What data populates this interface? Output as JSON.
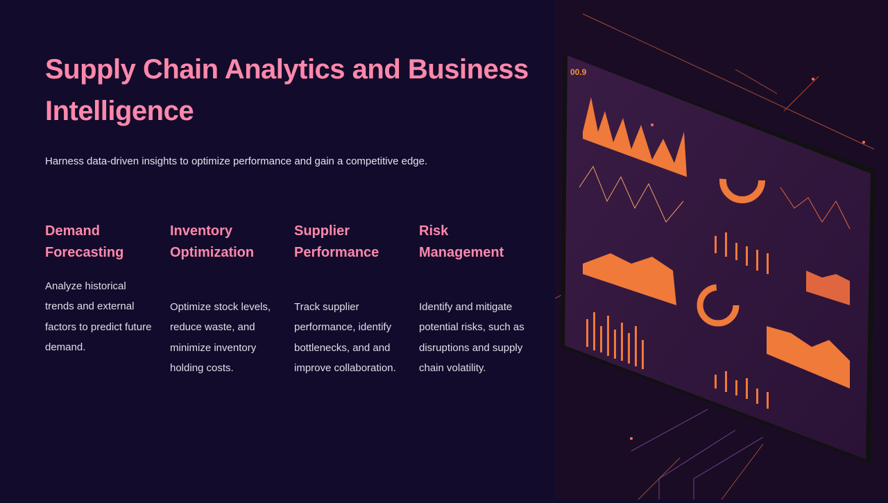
{
  "slide": {
    "title": "Supply Chain Analytics and Business Intelligence",
    "subtitle": "Harness data-driven insights to optimize performance and gain a competitive edge.",
    "columns": [
      {
        "heading": "Demand Forecasting",
        "body": "Analyze historical trends and external factors to predict future demand."
      },
      {
        "heading": "Inventory Optimization",
        "body": "Optimize stock levels, reduce waste, and minimize inventory holding costs."
      },
      {
        "heading": "Supplier Performance",
        "body": "Track supplier performance, identify bottlenecks, and and improve collaboration."
      },
      {
        "heading": "Risk Managem­ent",
        "body": "Identify and mitigate potential risks, such as disruptions and supply chain volatility."
      }
    ]
  },
  "illustration": {
    "dashboard_value": "00.9",
    "colors": {
      "accent": "#fe88ab",
      "chart_orange": "#f07a3a",
      "background": "#120b2b"
    }
  }
}
